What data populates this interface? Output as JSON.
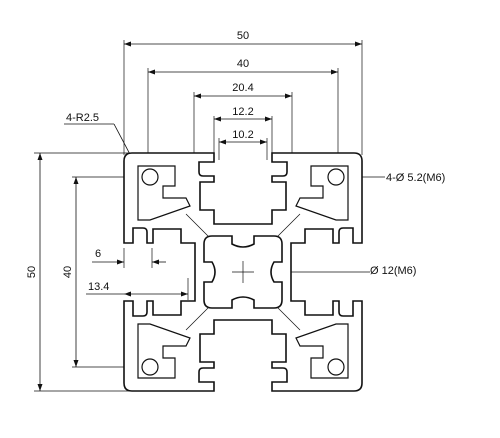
{
  "dimensions": {
    "overall_width": "50",
    "slot_pitch_40": "40",
    "slot_width_20_4": "20.4",
    "slot_width_12_2": "12.2",
    "slot_width_10_2": "10.2",
    "corner_radius": "4-R2.5",
    "corner_hole": "4-Ø 5.2(M6)",
    "center_hole": "Ø 12(M6)",
    "overall_height": "50",
    "height_40": "40",
    "wall_6": "6",
    "depth_13_4": "13.4"
  }
}
